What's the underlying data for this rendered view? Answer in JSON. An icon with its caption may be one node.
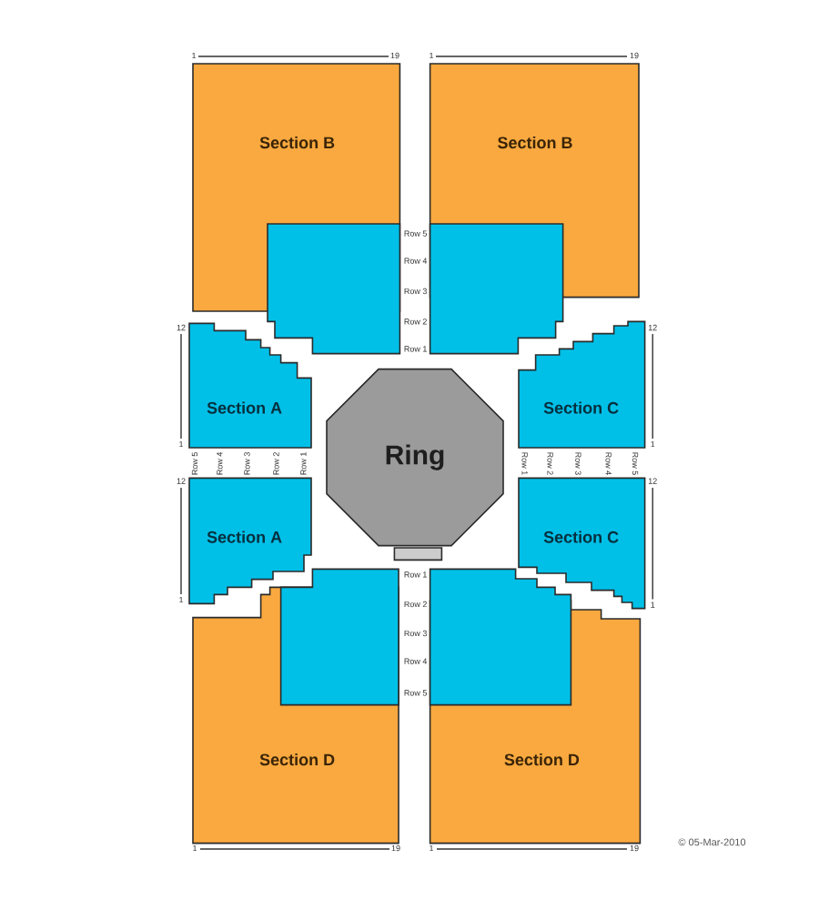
{
  "diagram": {
    "nodes": [
      {
        "text": [
          "Section B"
        ],
        "beside": [
          "1",
          "19"
        ]
      },
      {
        "text": [
          "Section B"
        ],
        "beside": [
          "1",
          "19"
        ]
      },
      {
        "text": [],
        "shape": "box"
      },
      {
        "text": [],
        "shape": "box"
      },
      {
        "text": [
          "Section A"
        ],
        "beside": [
          "12",
          "1"
        ]
      },
      {
        "text": [
          "Ring"
        ]
      },
      {
        "text": [
          "Section C"
        ],
        "beside": [
          "12",
          "1"
        ]
      },
      {
        "text": [
          "Section A"
        ],
        "beside": [
          "12",
          "1"
        ]
      },
      {
        "text": [],
        "shape": "bar"
      },
      {
        "text": [
          "Section C"
        ],
        "beside": [
          "12",
          "1"
        ]
      },
      {
        "text": [],
        "shape": "box"
      },
      {
        "text": [],
        "shape": "box"
      },
      {
        "text": [
          "Section D"
        ],
        "beside": [
          "1",
          "19"
        ]
      },
      {
        "text": [
          "Section D"
        ],
        "beside": [
          "1",
          "19"
        ]
      }
    ],
    "labels": [
      "Row 5",
      "Row 4",
      "Row 3",
      "Row 2",
      "Row 1",
      "Row 5",
      "Row 4",
      "Row 3",
      "Row 2",
      "Row 1",
      "Row 1",
      "Row 2",
      "Row 3",
      "Row 4",
      "Row 5",
      "Row 1",
      "Row 2",
      "Row 3",
      "Row 4",
      "Row 5",
      "© 05-Mar-2010"
    ]
  }
}
